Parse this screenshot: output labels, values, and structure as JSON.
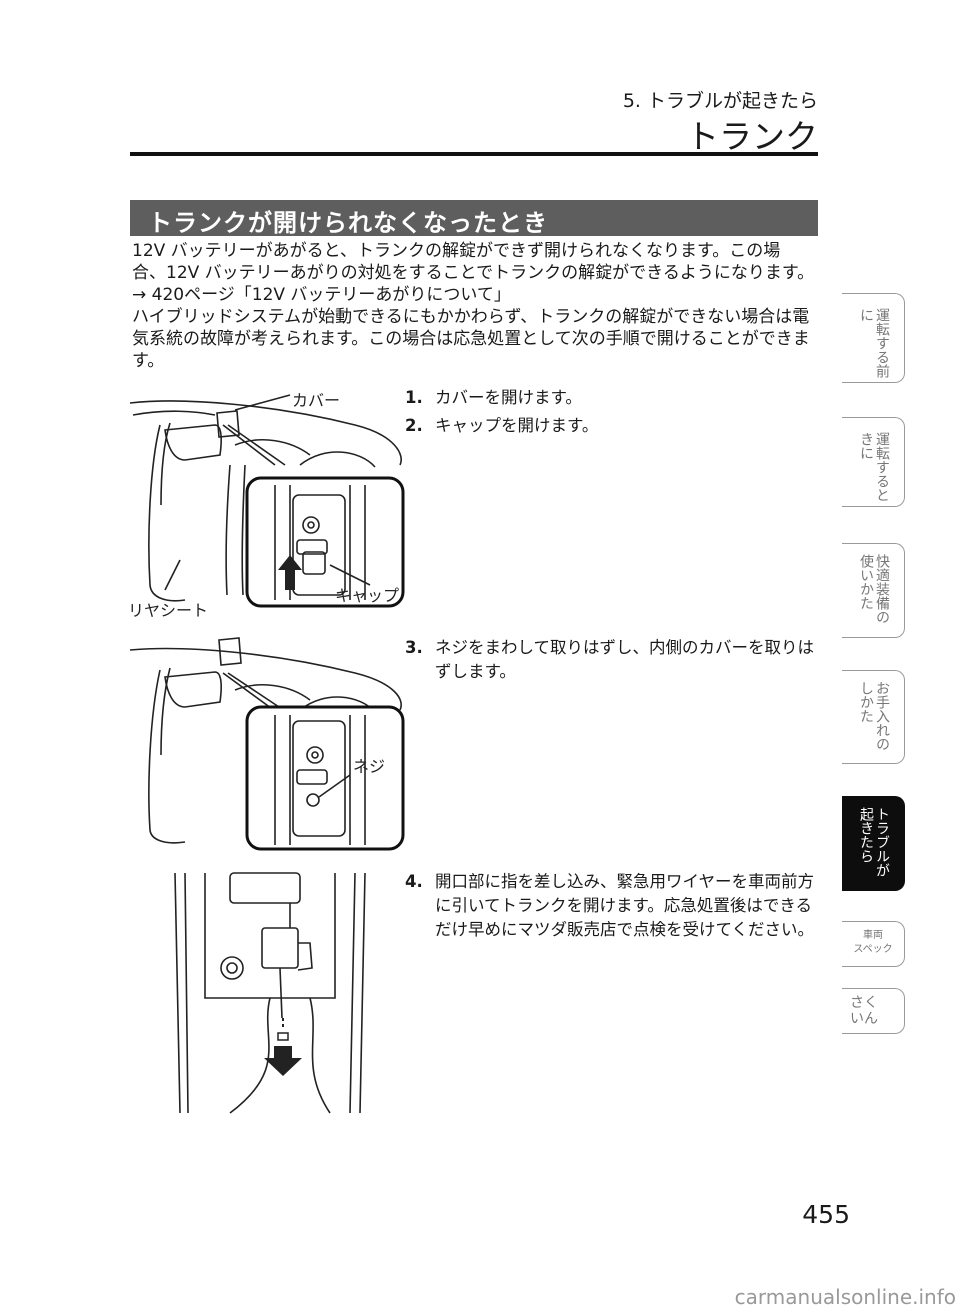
{
  "header": {
    "chapter": "5. トラブルが起きたら",
    "title": "トランク"
  },
  "section": {
    "heading": "トランクが開けられなくなったとき",
    "intro": [
      "12V バッテリーがあがると、トランクの解錠ができず開けられなくなります。この場",
      "合、12V バッテリーあがりの対処をすることでトランクの解錠ができるようになります。",
      "→ 420ページ「12V バッテリーあがりについて」",
      "ハイブリッドシステムが始動できるにもかかわらず、トランクの解錠ができない場合は電",
      "気系統の故障が考えられます。この場合は応急処置として次の手順で開けることができま",
      "す。"
    ]
  },
  "steps": [
    {
      "num": "1.",
      "text": "カバーを開けます。"
    },
    {
      "num": "2.",
      "text": "キャップを開けます。"
    },
    {
      "num": "3.",
      "text": "ネジをまわして取りはずし、内側のカバーを取りはずします。"
    },
    {
      "num": "4.",
      "text": "開口部に指を差し込み、緊急用ワイヤーを車両前方に引いてトランクを開けます。応急処置後はできるだけ早めにマツダ販売店で点検を受けてください。"
    }
  ],
  "figure_labels": {
    "cover": "カバー",
    "cap": "キャップ",
    "rear_seat": "リヤシート",
    "screw": "ネジ"
  },
  "side_tabs": [
    {
      "label": "運転する前に",
      "active": false
    },
    {
      "label": "運転するときに",
      "active": false
    },
    {
      "label": "快適装備の使いかた",
      "active": false
    },
    {
      "label": "お手入れのしかた",
      "active": false
    },
    {
      "label": "トラブルが起きたら",
      "active": true
    },
    {
      "label_line1": "車両",
      "label_line2": "スペック",
      "active": false
    },
    {
      "label": "さくいん",
      "active": false
    }
  ],
  "page_number": "455",
  "watermark": "carmanualsonline.info"
}
